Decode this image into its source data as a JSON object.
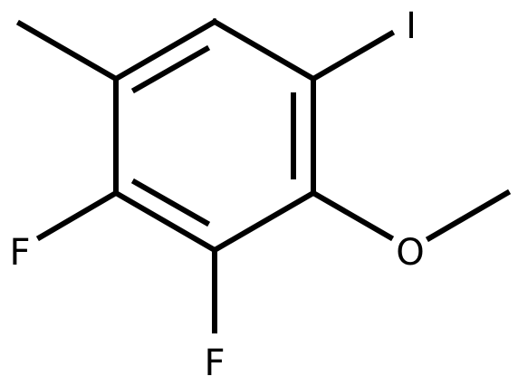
{
  "molecule": {
    "atoms": {
      "iodine": "I",
      "fluorine_left": "F",
      "fluorine_bottom": "F",
      "oxygen": "O"
    },
    "colors": {
      "bond": "#000000",
      "label": "#000000",
      "background": "#ffffff"
    }
  }
}
